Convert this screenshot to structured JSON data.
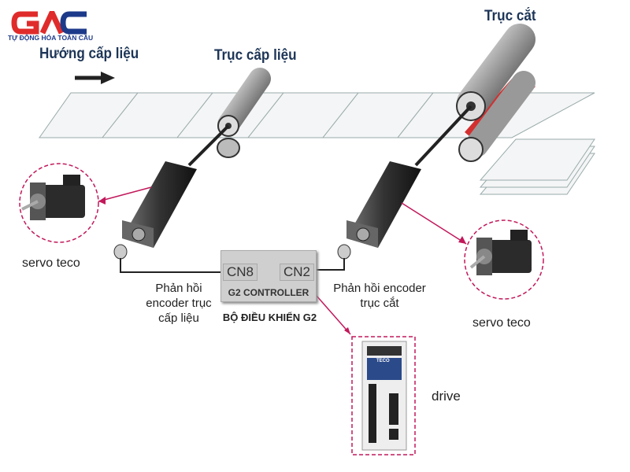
{
  "logo": {
    "text": "GAC",
    "tagline": "TỰ ĐỘNG HÓA TOÀN CẦU"
  },
  "labels": {
    "feed_direction": "Hướng cấp liệu",
    "feed_roller": "Trục cấp liệu",
    "cut_roller": "Trục cắt",
    "servo_left": "servo teco",
    "servo_right": "servo teco",
    "feedback_feed": "Phản hồi encoder trục cấp liệu",
    "feedback_cut": "Phản hồi encoder trục cắt",
    "controller_caption": "BỘ ĐIỀU KHIỂN G2",
    "drive": "drive"
  },
  "controller": {
    "port_left": "CN8",
    "port_right": "CN2",
    "name": "G2 CONTROLLER"
  },
  "drive_panel": {
    "brand": "TECO"
  },
  "colors": {
    "title": "#1d3557",
    "logo_red": "#e02b2b",
    "logo_blue": "#1d3a8a",
    "callout": "#c2185b",
    "cut_blade": "#d32f2f"
  }
}
